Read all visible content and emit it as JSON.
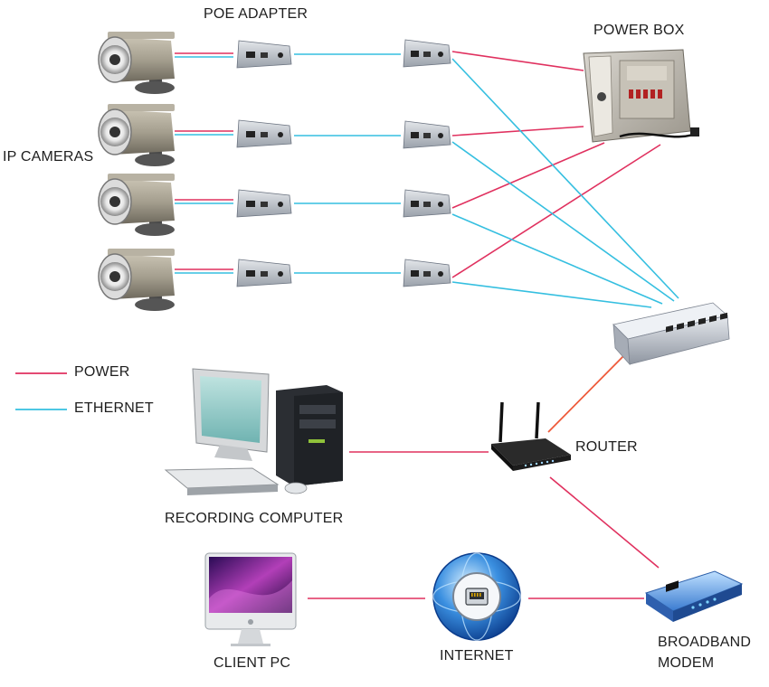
{
  "labels": {
    "poe_adapter": "POE ADAPTER",
    "power_box": "POWER BOX",
    "ip_cameras": "IP CAMERAS",
    "router": "ROUTER",
    "recording_computer": "RECORDING COMPUTER",
    "client_pc": "CLIENT PC",
    "internet": "INTERNET",
    "broadband_modem_line1": "BROADBAND",
    "broadband_modem_line2": "MODEM"
  },
  "legend": {
    "power": "POWER",
    "ethernet": "ETHERNET"
  },
  "colors": {
    "power": "#e0315f",
    "ethernet": "#35bfe0",
    "background": "#ffffff"
  },
  "icons": {
    "camera": "ip-camera-icon",
    "poe_adapter": "poe-adapter-icon",
    "power_box": "power-box-icon",
    "switch": "network-switch-icon",
    "router": "router-icon",
    "recording_computer": "desktop-computer-icon",
    "client_pc": "imac-icon",
    "internet": "globe-icon",
    "modem": "modem-icon"
  }
}
